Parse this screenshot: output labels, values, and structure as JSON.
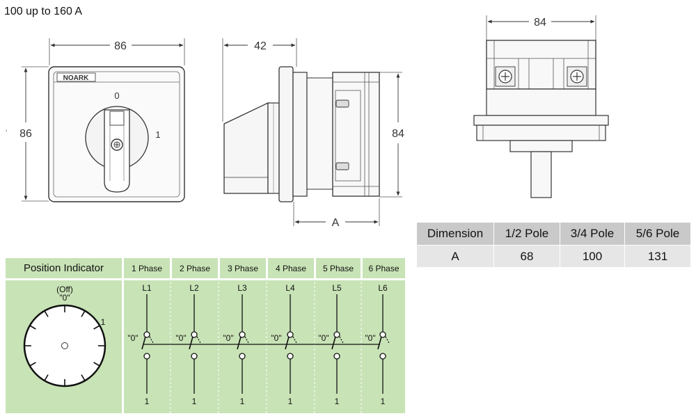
{
  "title": "100 up to 160 A",
  "front_view": {
    "brand": "NOARK",
    "dim_width": "86",
    "dim_height": "86",
    "label_off": "0",
    "label_on": "1"
  },
  "side_view": {
    "dim_depth": "42",
    "dim_height": "84",
    "dim_a": "A"
  },
  "top_view": {
    "dim_width": "84"
  },
  "dimension_table": {
    "headers": [
      "Dimension",
      "1/2 Pole",
      "3/4 Pole",
      "5/6 Pole"
    ],
    "rows": [
      [
        "A",
        "68",
        "100",
        "131"
      ]
    ]
  },
  "position_indicator": {
    "header": "Position Indicator",
    "off_label": "(Off)",
    "zero_label": "\"0\"",
    "one_label": "1",
    "phases": [
      {
        "header": "1 Phase",
        "top": "L1",
        "zero": "\"0\"",
        "bottom": "1"
      },
      {
        "header": "2 Phase",
        "top": "L2",
        "zero": "\"0\"",
        "bottom": "1"
      },
      {
        "header": "3 Phase",
        "top": "L3",
        "zero": "\"0\"",
        "bottom": "1"
      },
      {
        "header": "4 Phase",
        "top": "L4",
        "zero": "\"0\"",
        "bottom": "1"
      },
      {
        "header": "5 Phase",
        "top": "L5",
        "zero": "\"0\"",
        "bottom": "1"
      },
      {
        "header": "6 Phase",
        "top": "L6",
        "zero": "\"0\"",
        "bottom": "1"
      }
    ]
  },
  "colors": {
    "panel_green": "#c8e3b6",
    "table_header": "#c9c9c9",
    "table_row": "#e6e6e6"
  }
}
